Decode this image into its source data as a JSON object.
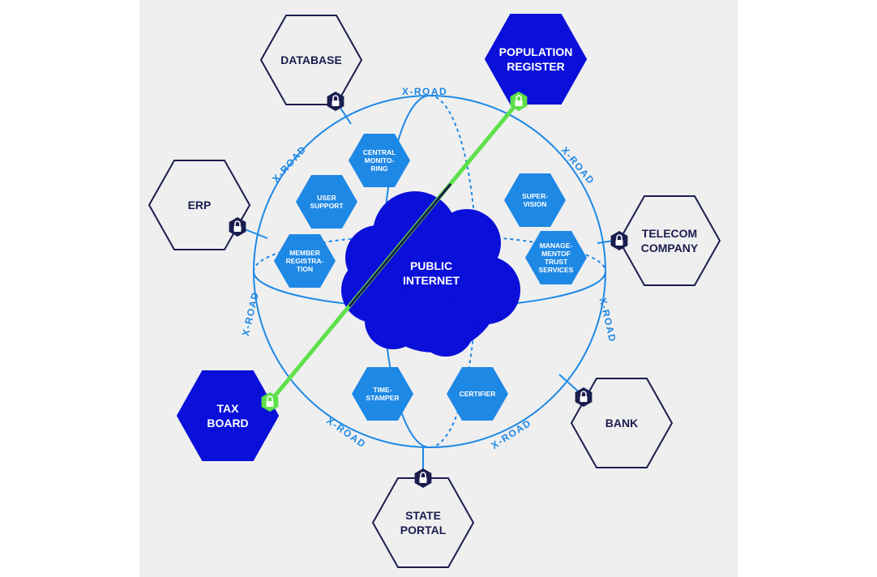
{
  "colors": {
    "background": "#efeff0",
    "navy": "#1a1d4e",
    "blue": "#0a0fd9",
    "mid_blue": "#1e88e5",
    "line_blue": "#1e88e5",
    "green": "#5ee04a",
    "white": "#ffffff"
  },
  "center": {
    "label_line1": "PUBLIC",
    "label_line2": "INTERNET"
  },
  "xroad_label": "X-ROAD",
  "outer_nodes": [
    {
      "id": "database",
      "line1": "DATABASE",
      "line2": "",
      "style": "outline"
    },
    {
      "id": "population-register",
      "line1": "POPULATION",
      "line2": "REGISTER",
      "style": "filled"
    },
    {
      "id": "erp",
      "line1": "ERP",
      "line2": "",
      "style": "outline"
    },
    {
      "id": "telecom-company",
      "line1": "TELECOM",
      "line2": "COMPANY",
      "style": "outline"
    },
    {
      "id": "tax-board",
      "line1": "TAX",
      "line2": "BOARD",
      "style": "filled"
    },
    {
      "id": "bank",
      "line1": "BANK",
      "line2": "",
      "style": "outline"
    },
    {
      "id": "state-portal",
      "line1": "STATE",
      "line2": "PORTAL",
      "style": "outline"
    }
  ],
  "inner_services": [
    {
      "id": "central-monitoring",
      "lines": [
        "CENTRAL",
        "MONITO-",
        "RING"
      ]
    },
    {
      "id": "user-support",
      "lines": [
        "USER",
        "SUPPORT"
      ]
    },
    {
      "id": "supervision",
      "lines": [
        "SUPER-",
        "VISION"
      ]
    },
    {
      "id": "member-registration",
      "lines": [
        "MEMBER",
        "REGISTRA-",
        "TION"
      ]
    },
    {
      "id": "management-of-trust-services",
      "lines": [
        "MANAGE-",
        "MENTOF",
        "TRUST",
        "SERVICES"
      ]
    },
    {
      "id": "time-stamper",
      "lines": [
        "TIME-",
        "STAMPER"
      ]
    },
    {
      "id": "certifier",
      "lines": [
        "CERTIFIER"
      ]
    }
  ]
}
